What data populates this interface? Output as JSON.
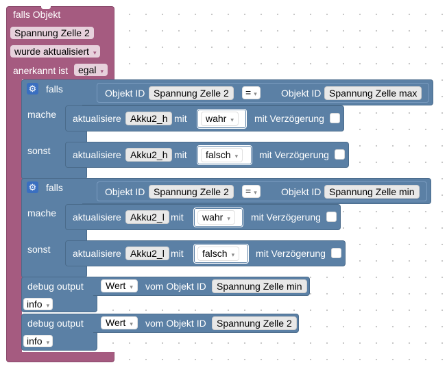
{
  "trigger": {
    "header": "falls Objekt",
    "object_name": "Spannung Zelle 2",
    "event": "wurde aktualisiert",
    "ack_label": "anerkannt ist",
    "ack_value": "egal"
  },
  "if_blocks": [
    {
      "if_label": "falls",
      "cond_left_label": "Objekt ID",
      "cond_left_value": "Spannung Zelle 2",
      "operator": "=",
      "cond_right_label": "Objekt ID",
      "cond_right_value": "Spannung Zelle max",
      "then_label": "mache",
      "then_action": {
        "prefix": "aktualisiere",
        "target": "Akku2_h",
        "mit": "mit",
        "value": "wahr",
        "delay_label": "mit Verzögerung"
      },
      "else_label": "sonst",
      "else_action": {
        "prefix": "aktualisiere",
        "target": "Akku2_h",
        "mit": "mit",
        "value": "falsch",
        "delay_label": "mit Verzögerung"
      }
    },
    {
      "if_label": "falls",
      "cond_left_label": "Objekt ID",
      "cond_left_value": "Spannung Zelle 2",
      "operator": "=",
      "cond_right_label": "Objekt ID",
      "cond_right_value": "Spannung Zelle min",
      "then_label": "mache",
      "then_action": {
        "prefix": "aktualisiere",
        "target": "Akku2_l",
        "mit": "mit",
        "value": "wahr",
        "delay_label": "mit Verzögerung"
      },
      "else_label": "sonst",
      "else_action": {
        "prefix": "aktualisiere",
        "target": "Akku2_l",
        "mit": "mit",
        "value": "falsch",
        "delay_label": "mit Verzögerung"
      }
    }
  ],
  "debug_blocks": [
    {
      "label": "debug output",
      "value": "Wert",
      "vom": "vom Objekt ID",
      "object": "Spannung Zelle min",
      "level": "info"
    },
    {
      "label": "debug output",
      "value": "Wert",
      "vom": "vom Objekt ID",
      "object": "Spannung Zelle 2",
      "level": "info"
    }
  ],
  "icons": {
    "dropdown": "▾",
    "gear": "⚙"
  },
  "colors": {
    "trigger": "#a55b80",
    "logic": "#5b80a5",
    "gear": "#3a6fc0"
  }
}
